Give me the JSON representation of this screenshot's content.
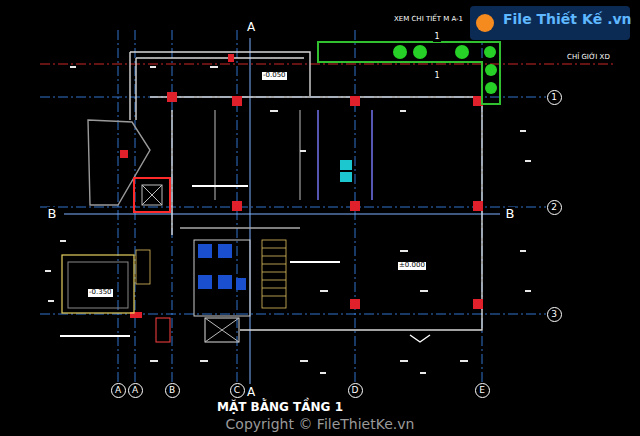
{
  "diagram": {
    "caption": "MẶT BẰNG TẦNG 1",
    "nodes": [
      {
        "text": [
          "1"
        ]
      },
      {
        "text": [
          "2"
        ]
      },
      {
        "text": [
          "3"
        ]
      },
      {
        "text": [
          "A"
        ]
      },
      {
        "text": [
          "A"
        ]
      },
      {
        "text": [
          "B"
        ]
      },
      {
        "text": [
          "C"
        ]
      },
      {
        "text": [
          "D"
        ]
      },
      {
        "text": [
          "E"
        ]
      }
    ],
    "labels": [
      "A",
      "A",
      "B",
      "B",
      "XEM CHI TIẾT M A-1",
      "CHỈ GIỚI XD",
      "1",
      "1",
      "-0.050",
      "±0.000",
      "-0.350",
      "Copyright © FileThietKe.vn",
      "File Thiết Kế .vn"
    ]
  }
}
